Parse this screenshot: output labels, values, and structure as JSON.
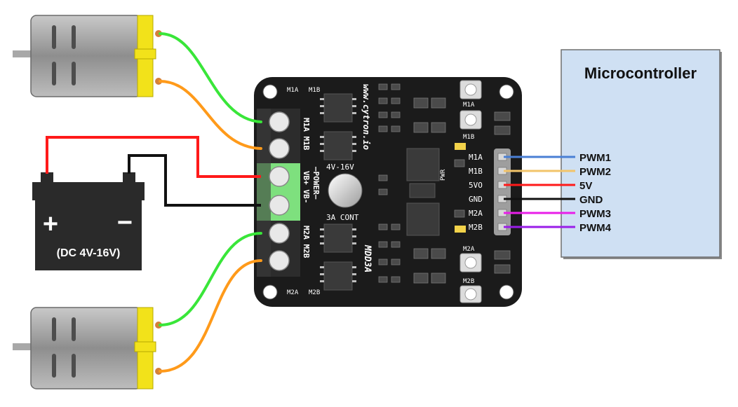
{
  "microcontroller": {
    "title": "Microcontroller",
    "pins": [
      {
        "label": "PWM1",
        "wire_color": "#4a7fd4"
      },
      {
        "label": "PWM2",
        "wire_color": "#f2c46a"
      },
      {
        "label": "5V",
        "wire_color": "#ff1a1a"
      },
      {
        "label": "GND",
        "wire_color": "#111111"
      },
      {
        "label": "PWM3",
        "wire_color": "#e81ee8"
      },
      {
        "label": "PWM4",
        "wire_color": "#9a1ee8"
      }
    ],
    "panel_color": "#cfe0f3"
  },
  "battery": {
    "plus": "+",
    "minus": "−",
    "rating": "(DC 4V-16V)",
    "body_color": "#2a2a2a"
  },
  "board": {
    "header_labels": [
      "M1A",
      "M1B",
      "5VO",
      "GND",
      "M2A",
      "M2B"
    ],
    "button_labels": [
      "M1A",
      "M1B",
      "M2A",
      "M2B"
    ],
    "top_tags": [
      "M1A",
      "M1B"
    ],
    "bottom_tags": [
      "M2A",
      "M2B"
    ],
    "terminal_label_top": "M1A M1B",
    "terminal_label_power": "VB+ VB-",
    "power_tag": "—POWER—",
    "terminal_label_bottom": "M2A M2B",
    "cap_rating": "4V-16V",
    "current_rating": "3A CONT",
    "url": "www.cytron.io",
    "model": "MDD3A",
    "pwr": "PWR",
    "board_color": "#1b1b1b",
    "terminal_green": "#7ee07e"
  },
  "wires": {
    "motor_a": "#39e639",
    "motor_b": "#ff9a1a",
    "battery_pos": "#ff1a1a",
    "battery_neg": "#111111"
  }
}
